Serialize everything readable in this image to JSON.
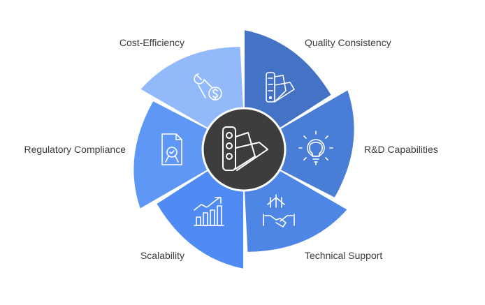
{
  "diagram": {
    "center_icon": "color-swatch-icon",
    "segments": [
      {
        "label": "Quality Consistency",
        "icon": "color-swatch-icon",
        "color": "#4472C4"
      },
      {
        "label": "R&D Capabilities",
        "icon": "gear-bulb-icon",
        "color": "#4A7ED6"
      },
      {
        "label": "Technical Support",
        "icon": "handshake-icon",
        "color": "#4D86E5"
      },
      {
        "label": "Scalability",
        "icon": "growth-chart-icon",
        "color": "#4F8BF2"
      },
      {
        "label": "Regulatory Compliance",
        "icon": "certificate-icon",
        "color": "#5F97F6"
      },
      {
        "label": "Cost-Efficiency",
        "icon": "wrench-dollar-icon",
        "color": "#92BAFB"
      }
    ],
    "center_color": "#3D3D3D"
  }
}
